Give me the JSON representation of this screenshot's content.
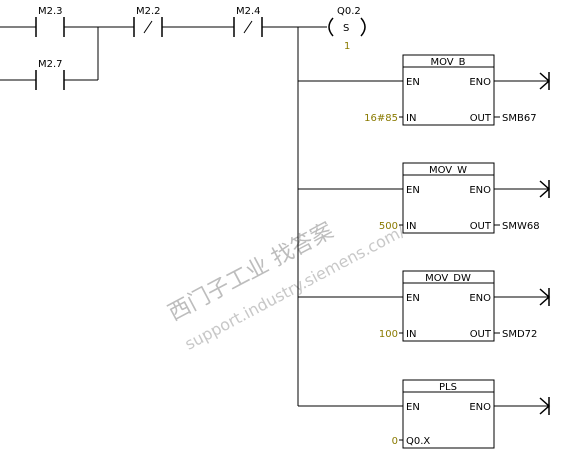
{
  "network": {
    "contacts": [
      {
        "address": "M2.3",
        "negated": false
      },
      {
        "address": "M2.7",
        "negated": false
      },
      {
        "address": "M2.2",
        "negated": true
      },
      {
        "address": "M2.4",
        "negated": true
      }
    ],
    "coil": {
      "address": "Q0.2",
      "op": "S",
      "count": "1"
    },
    "boxes": [
      {
        "name": "MOV_B",
        "en": "EN",
        "eno": "ENO",
        "in_label": "IN",
        "in_value": "16#85",
        "out_label": "OUT",
        "out_value": "SMB67"
      },
      {
        "name": "MOV_W",
        "en": "EN",
        "eno": "ENO",
        "in_label": "IN",
        "in_value": "500",
        "out_label": "OUT",
        "out_value": "SMW68"
      },
      {
        "name": "MOV_DW",
        "en": "EN",
        "eno": "ENO",
        "in_label": "IN",
        "in_value": "100",
        "out_label": "OUT",
        "out_value": "SMD72"
      },
      {
        "name": "PLS",
        "en": "EN",
        "eno": "ENO",
        "in_label": "Q0.X",
        "in_value": "0"
      }
    ]
  },
  "watermark": {
    "cn": "西门子工业  找答案",
    "url": "support.industry.siemens.com/cs"
  }
}
